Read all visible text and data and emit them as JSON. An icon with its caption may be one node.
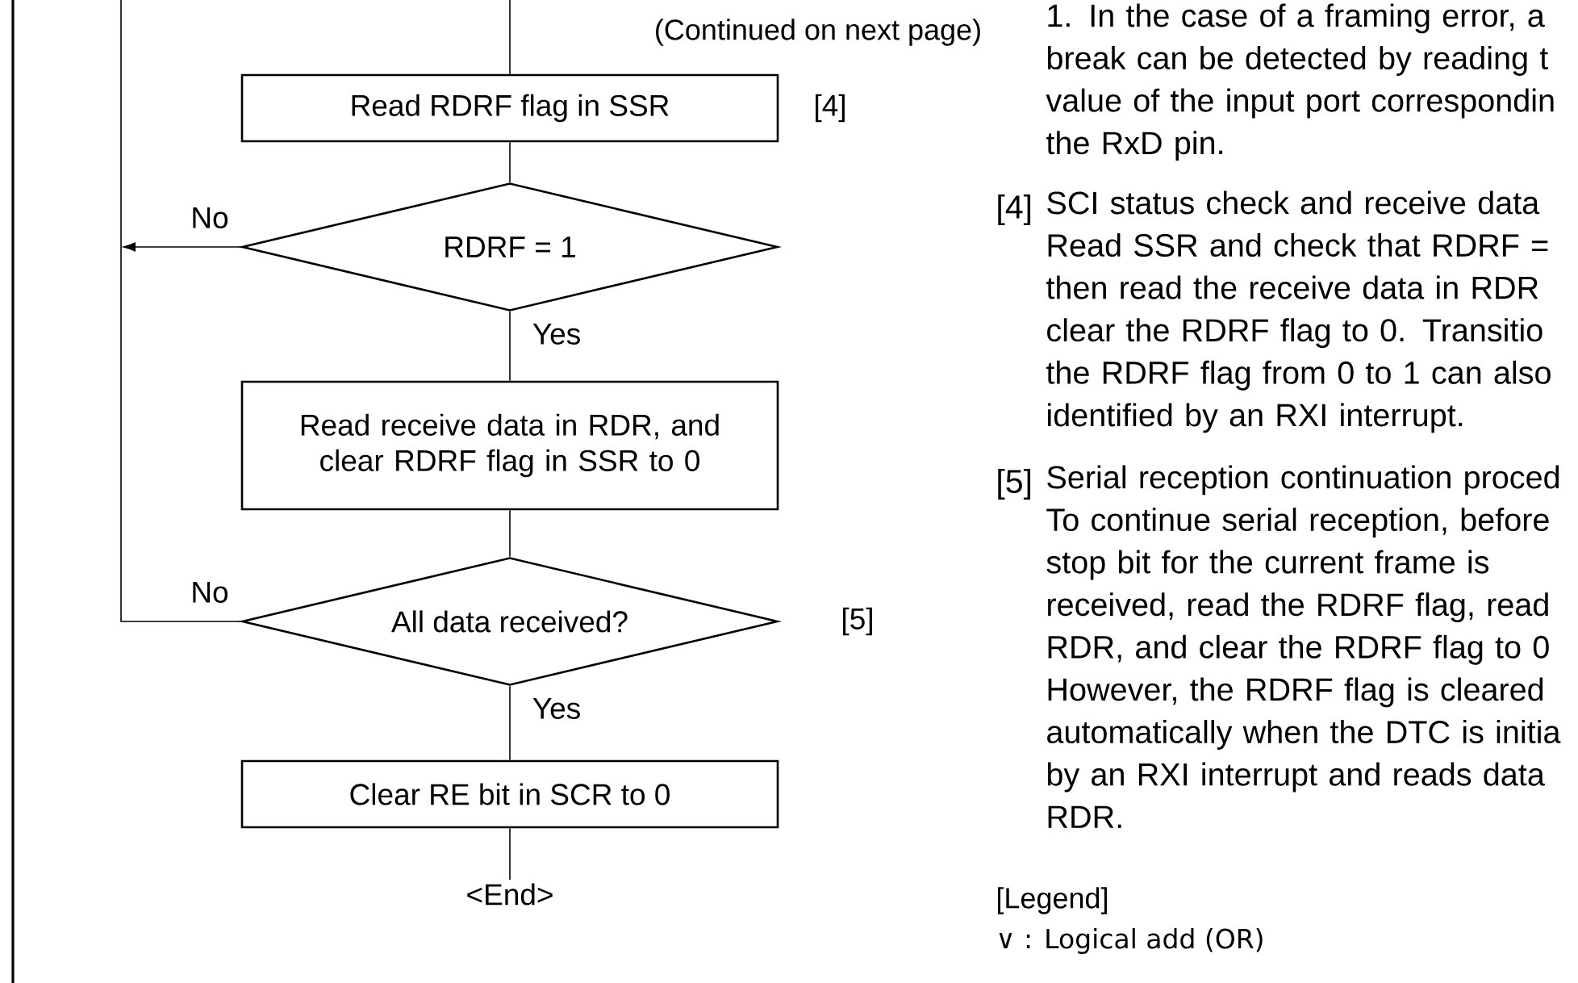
{
  "diagram": {
    "nodes": [
      {
        "text": [
          "Read RDRF flag in SSR"
        ],
        "beside": [
          "[4]"
        ]
      },
      {
        "text": [
          "RDRF = 1"
        ]
      },
      {
        "text": [
          "Read receive data in RDR, and clear RDRF flag in SSR to 0"
        ]
      },
      {
        "text": [
          "All data received?"
        ],
        "beside": [
          "[5]"
        ]
      },
      {
        "text": [
          "Clear RE bit in SCR to 0"
        ]
      },
      {
        "text": [
          "<End>"
        ]
      }
    ],
    "edges": [
      {
        "from": null,
        "to": 0,
        "arrow": "none"
      },
      {
        "from": 0,
        "to": 1,
        "arrow": "none"
      },
      {
        "from": 1,
        "to": 2,
        "arrow": "none",
        "label": "Yes"
      },
      {
        "from": 2,
        "to": 3,
        "arrow": "none"
      },
      {
        "from": 3,
        "to": 4,
        "arrow": "none",
        "label": "Yes"
      },
      {
        "from": 4,
        "to": 5,
        "arrow": "none"
      },
      {
        "from": 1,
        "to": null,
        "arrow": "to",
        "label": "No"
      },
      {
        "from": 3,
        "to": null,
        "arrow": "none",
        "label": "No"
      }
    ],
    "labels": [
      "(Continued on next page)",
      "1.  In the case of a framing error, a break can be detected by reading t value of the input port correspondin the RxD pin.",
      "[4]",
      "SCI status check and receive data Read SSR and check that RDRF = then read the receive data in RDR clear the RDRF flag to 0.  Transitio the RDRF flag from 0 to 1 can also identified by an RXI interrupt.",
      "[5]",
      "Serial reception continuation proced To continue serial reception, before stop bit for the current frame is received, read the RDRF flag, read RDR, and clear the RDRF flag to 0 However, the RDRF flag is cleared automatically when the DTC is initia by an RXI interrupt and reads data RDR.",
      "[Legend]",
      "∨ : Logical add (OR)"
    ]
  }
}
